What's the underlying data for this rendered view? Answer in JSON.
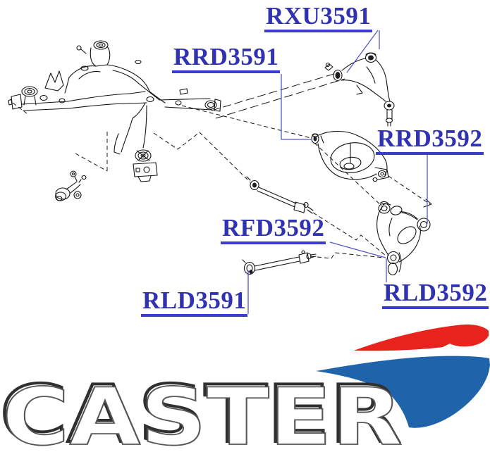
{
  "diagram": {
    "description": "rear suspension exploded parts diagram",
    "labels": [
      {
        "id": "rxu3591",
        "text": "RXU3591"
      },
      {
        "id": "rrd3591",
        "text": "RRD3591"
      },
      {
        "id": "rrd3592",
        "text": "RRD3592"
      },
      {
        "id": "rfd3592",
        "text": "RFD3592"
      },
      {
        "id": "rld3591",
        "text": "RLD3591"
      },
      {
        "id": "rld3592",
        "text": "RLD3592"
      }
    ],
    "label_color": "#3132b0",
    "underline_color": "#3a3ccd",
    "leader_line_color": "#5558c8",
    "lineart_color": "#131313",
    "parts_drawn": [
      "rear-subframe-crossmember",
      "upper-control-arm",
      "lower-spring-arm",
      "wheel-knuckle",
      "toe-link-rod",
      "lateral-link-rod",
      "stabilizer-link"
    ]
  },
  "logo": {
    "wordmark": "CASTER",
    "letter_fill": "#ffffff",
    "letter_outline": "#3d3d3d",
    "swoosh_red": "#e8231d",
    "swoosh_blue": "#1f64ab"
  }
}
